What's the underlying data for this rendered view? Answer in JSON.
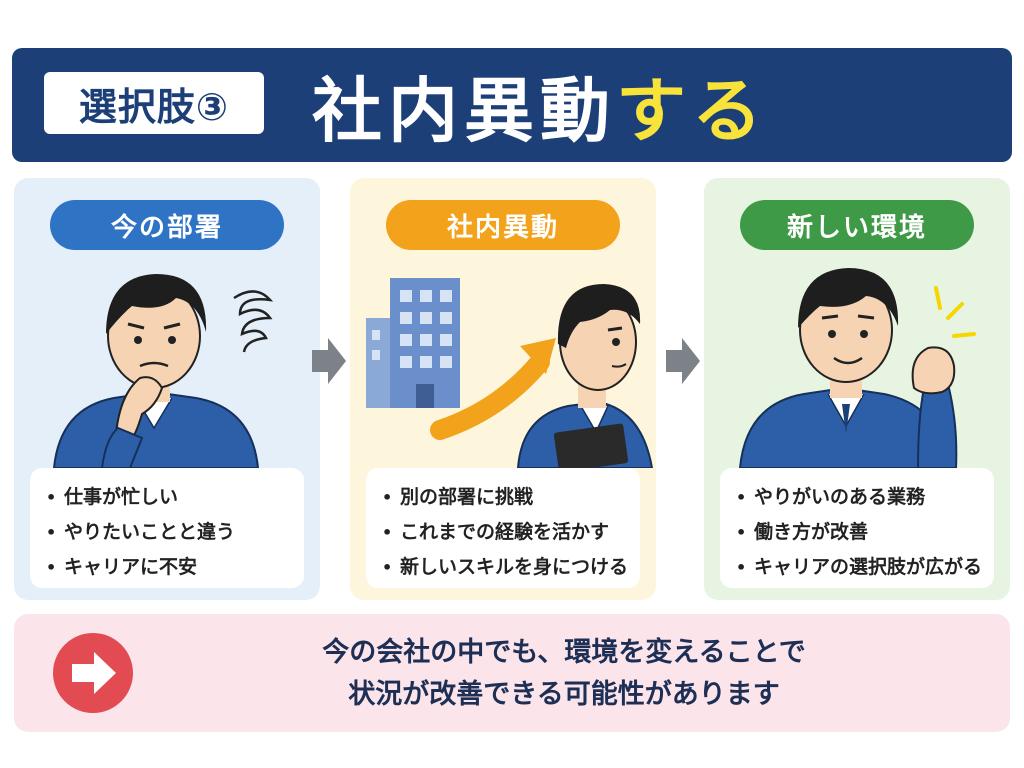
{
  "header": {
    "choice_label": "選択肢③",
    "title_main": "社内異動",
    "title_accent": "する",
    "colors": {
      "background": "#1c3f78",
      "accent": "#f8e33a"
    }
  },
  "steps": [
    {
      "label": "今の部署",
      "color": "#2f73c5",
      "illustration": "worried-worker",
      "items": [
        "仕事が忙しい",
        "やりたいことと違う",
        "キャリアに不安"
      ]
    },
    {
      "label": "社内異動",
      "color": "#f2a21b",
      "illustration": "office-building-and-upward-arrow",
      "items": [
        "別の部署に挑戦",
        "これまでの経験を活かす",
        "新しいスキルを身につける"
      ]
    },
    {
      "label": "新しい環境",
      "color": "#3f9a47",
      "illustration": "confident-worker",
      "items": [
        "やりがいのある業務",
        "働き方が改善",
        "キャリアの選択肢が広がる"
      ]
    }
  ],
  "summary": {
    "icon": "right-arrow-circle-icon",
    "line1": "今の会社の中でも、環境を変えることで",
    "line2": "状況が改善できる可能性があります"
  },
  "bullet": "•"
}
